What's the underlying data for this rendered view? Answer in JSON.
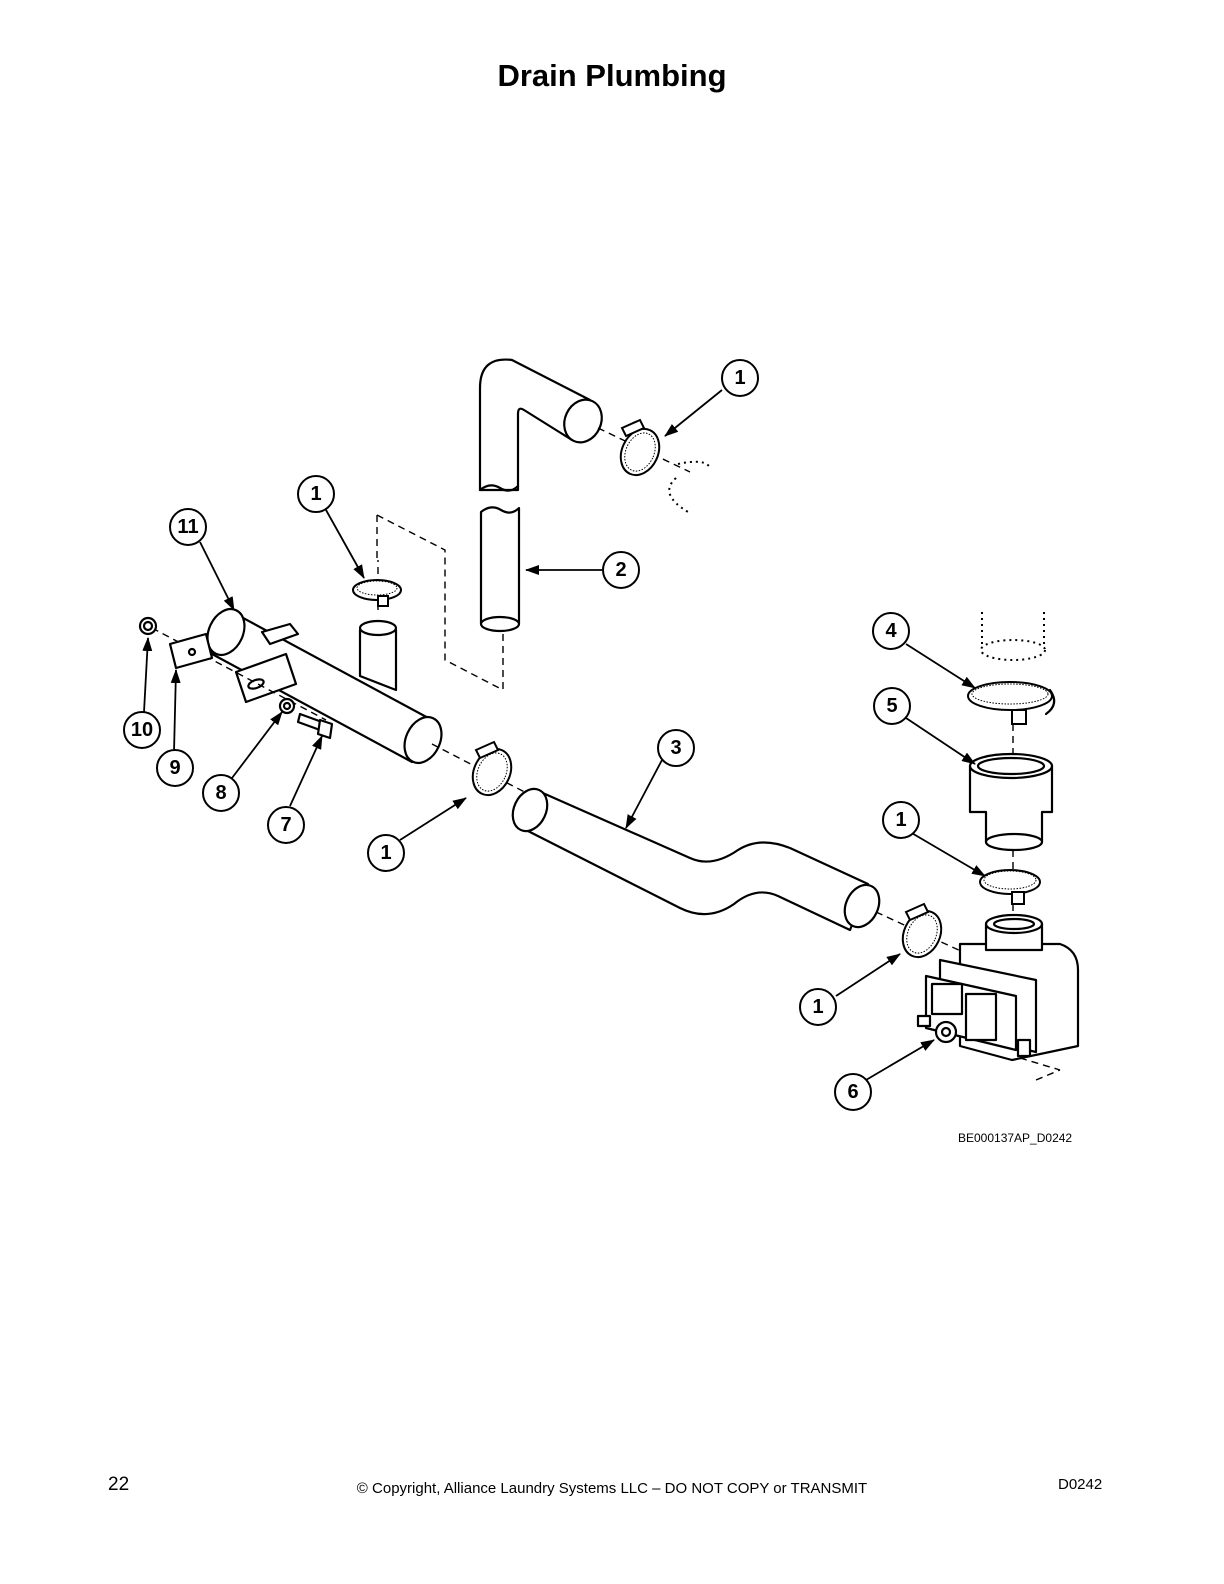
{
  "page": {
    "title": "Drain Plumbing",
    "page_number": "22",
    "copyright": "© Copyright, Alliance Laundry Systems LLC – DO NOT COPY or TRANSMIT",
    "doc_code": "D0242"
  },
  "diagram": {
    "reference_id": "BE000137AP_D0242",
    "callouts": {
      "c1a": "1",
      "c1b": "1",
      "c1c": "1",
      "c1d": "1",
      "c1e": "1",
      "c2": "2",
      "c3": "3",
      "c4": "4",
      "c5": "5",
      "c6": "6",
      "c7": "7",
      "c8": "8",
      "c9": "9",
      "c10": "10",
      "c11": "11"
    }
  }
}
